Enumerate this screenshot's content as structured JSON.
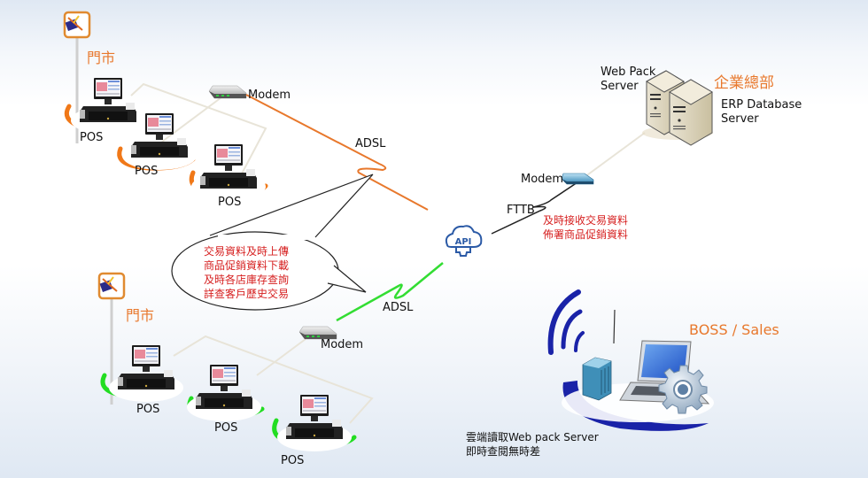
{
  "colors": {
    "accent_orange": "#e8782c",
    "store_ring_orange": "#f07818",
    "store_ring_green": "#22dd22",
    "adsl_orange": "#e8782c",
    "adsl_green": "#33dd33",
    "note_red": "#d62020",
    "api_blue": "#2b5aa6",
    "wireless_blue": "#1a23a8"
  },
  "stores": [
    {
      "title": "門市",
      "ring_color": "orange",
      "pos_terminals": [
        {
          "label": "POS"
        },
        {
          "label": "POS"
        },
        {
          "label": "POS"
        }
      ],
      "modem_label": "Modem",
      "link_label": "ADSL"
    },
    {
      "title": "門市",
      "ring_color": "green",
      "pos_terminals": [
        {
          "label": "POS"
        },
        {
          "label": "POS"
        },
        {
          "label": "POS"
        }
      ],
      "modem_label": "Modem",
      "link_label": "ADSL"
    }
  ],
  "callout": {
    "lines": [
      "交易資料及時上傳",
      "商品促銷資料下載",
      "及時各店庫存查詢",
      "詳查客戶歷史交易"
    ]
  },
  "api": {
    "label": "API"
  },
  "headquarters": {
    "title": "企業總部",
    "web_server_label_1": "Web Pack",
    "web_server_label_2": "Server",
    "db_server_label_1": "ERP Database",
    "db_server_label_2": "Server",
    "modem_label": "Modem",
    "link_label": "FTTB",
    "notes": [
      "及時接收交易資料",
      "佈署商品促銷資料"
    ]
  },
  "mobile": {
    "title": "BOSS / Sales",
    "notes": [
      "雲端讀取Web pack Server",
      "即時查閱無時差"
    ]
  }
}
